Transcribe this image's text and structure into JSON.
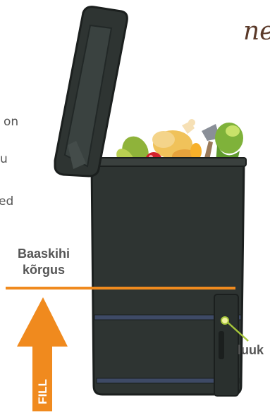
{
  "heading_fragment": "ne",
  "body_fragments": [
    "on",
    "u",
    "ed"
  ],
  "height_label": {
    "line1": "Baaskihi",
    "line2": "kõrgus"
  },
  "arrow_label": "FILL",
  "hatch_label": "luuk",
  "colors": {
    "accent_orange": "#f08a1e",
    "bin_body": "#2e3432",
    "bin_outline": "#1b1f1e",
    "band": "#3e4a66",
    "heading_text": "#5b3a2a",
    "body_text": "#555555",
    "label_text": "#555555",
    "pointer_green": "#a6c63a"
  },
  "icons": [
    "compost-bin",
    "lid",
    "food-scraps",
    "up-arrow",
    "hatch-door"
  ]
}
